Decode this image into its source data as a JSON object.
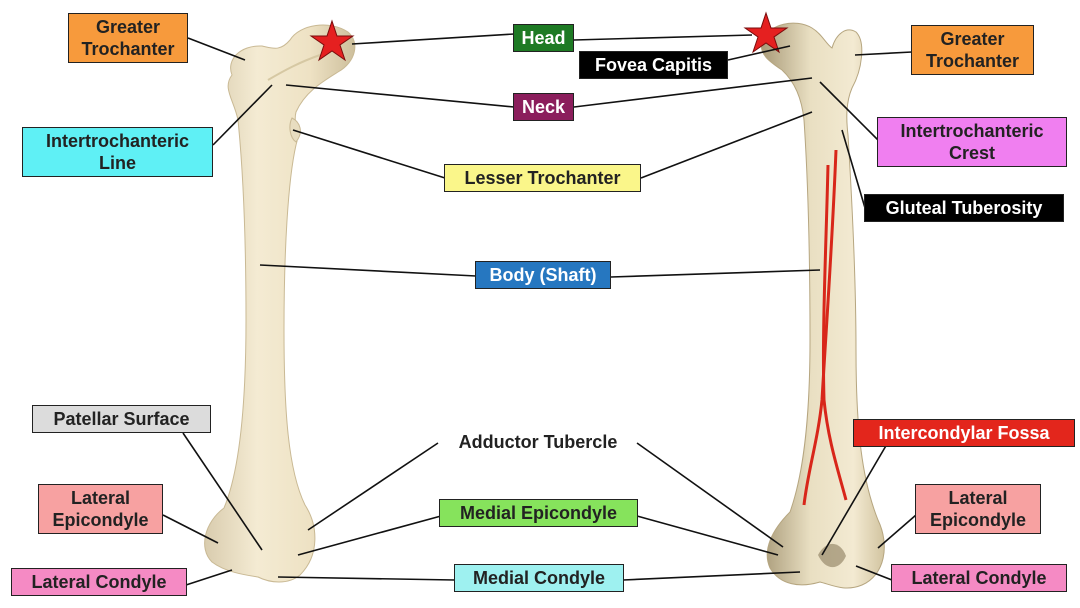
{
  "diagram": {
    "labels": {
      "greater_trochanter_left": {
        "line1": "Greater",
        "line2": "Trochanter"
      },
      "intertrochanteric_line": {
        "line1": "Intertrochanteric",
        "line2": "Line"
      },
      "head": {
        "text": "Head"
      },
      "fovea_capitis": {
        "text": "Fovea Capitis"
      },
      "neck": {
        "text": "Neck"
      },
      "lesser_trochanter": {
        "text": "Lesser Trochanter"
      },
      "body_shaft": {
        "text": "Body (Shaft)"
      },
      "greater_trochanter_right": {
        "line1": "Greater",
        "line2": "Trochanter"
      },
      "intertrochanteric_crest": {
        "line1": "Intertrochanteric",
        "line2": "Crest"
      },
      "gluteal_tuberosity": {
        "text": "Gluteal Tuberosity"
      },
      "patellar_surface": {
        "text": "Patellar Surface"
      },
      "lateral_epicondyle_left": {
        "line1": "Lateral",
        "line2": "Epicondyle"
      },
      "lateral_condyle_left": {
        "text": "Lateral Condyle"
      },
      "adductor_tubercle": {
        "text": "Adductor Tubercle"
      },
      "medial_epicondyle": {
        "text": "Medial Epicondyle"
      },
      "medial_condyle": {
        "text": "Medial Condyle"
      },
      "intercondylar_fossa": {
        "text": "Intercondylar Fossa"
      },
      "lateral_epicondyle_right": {
        "line1": "Lateral",
        "line2": "Epicondyle"
      },
      "lateral_condyle_right": {
        "text": "Lateral Condyle"
      }
    },
    "colors": {
      "greater_trochanter": "#f79a3c",
      "intertrochanteric_line": "#5ff0f5",
      "head": "#1e7a24",
      "fovea_capitis": "#000000",
      "neck": "#8b1e5c",
      "lesser_trochanter": "#faf68a",
      "body_shaft": "#2677c0",
      "intertrochanteric_crest": "#f07ff0",
      "gluteal_tuberosity": "#000000",
      "patellar_surface": "#dcdcdc",
      "lateral_epicondyle": "#f7a1a1",
      "lateral_condyle": "#f58ac4",
      "medial_epicondyle": "#86e35c",
      "medial_condyle": "#9ef1f0",
      "intercondylar_fossa": "#e3261c",
      "bone": "#efe5cc",
      "star": "#e52020"
    }
  }
}
